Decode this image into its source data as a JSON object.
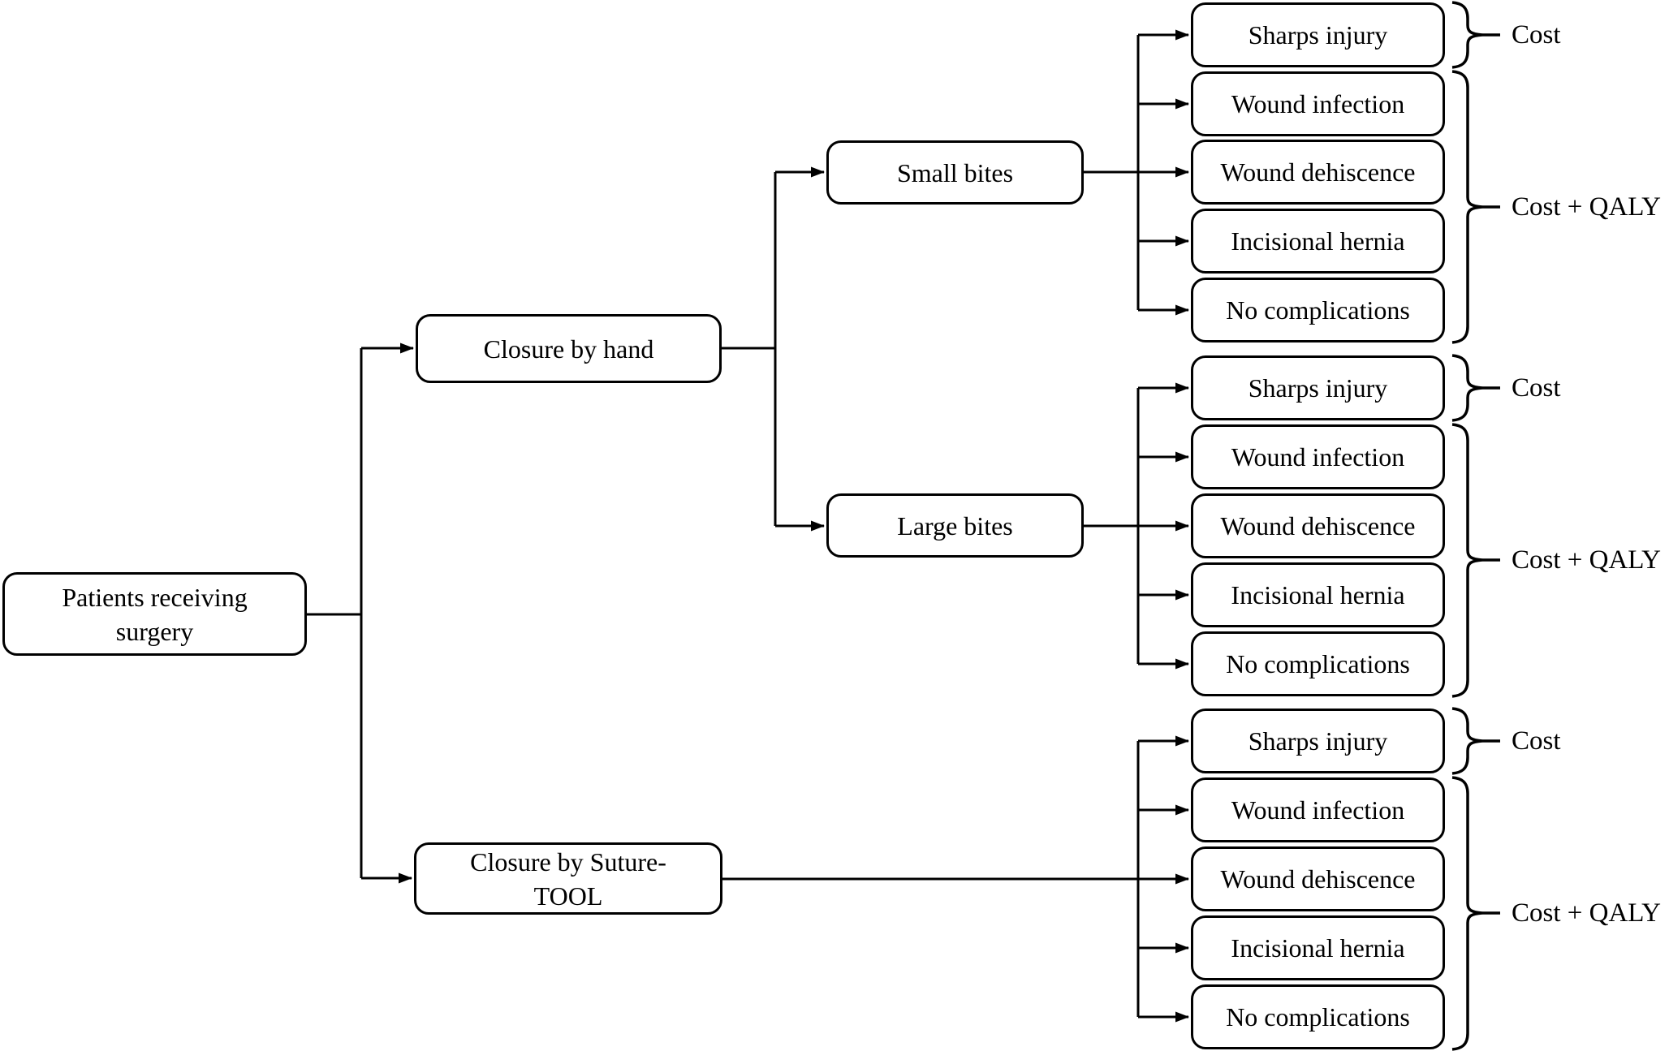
{
  "diagram": {
    "root": "Patients receiving surgery",
    "strategies": {
      "hand": "Closure by hand",
      "tool": "Closure by Suture-TOOL"
    },
    "branches": {
      "small": "Small bites",
      "large": "Large bites"
    },
    "outcomes": [
      "Sharps injury",
      "Wound infection",
      "Wound dehiscence",
      "Incisional hernia",
      "No complications"
    ],
    "payoffs": {
      "cost": "Cost",
      "cost_plus_qaly": "Cost + QALY"
    },
    "colors": {
      "stroke": "#000000",
      "background": "#ffffff"
    }
  }
}
